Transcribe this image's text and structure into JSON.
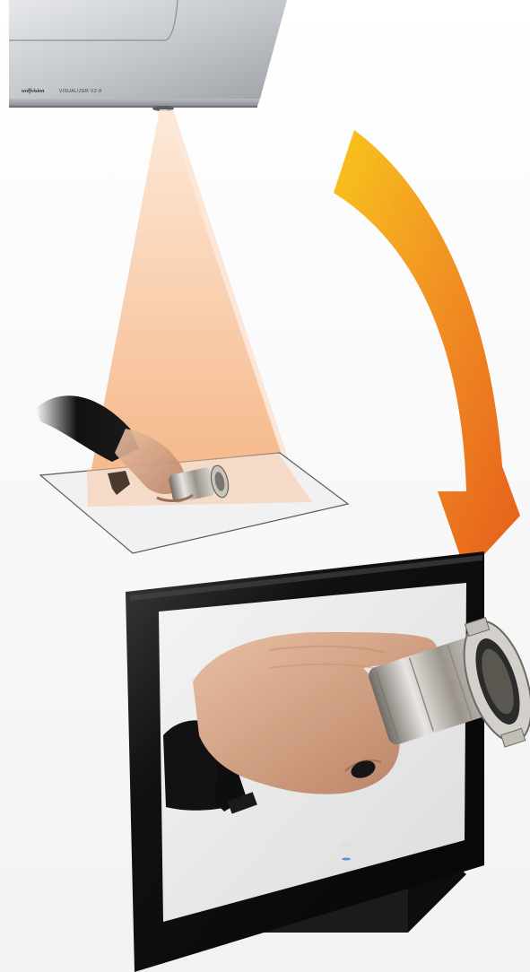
{
  "visualizer": {
    "brand": "wolfvision",
    "model": "VISUALIZER VZ-8"
  },
  "monitor": {
    "brand": "JVC"
  },
  "colors": {
    "light_cone": "#f6b27a",
    "arrow_start": "#f7c21a",
    "arrow_end": "#e8641c",
    "device_silver": "#c9ccd0",
    "bezel": "#111111"
  },
  "icons": {
    "visualizer": "document-camera-icon",
    "arrow": "curved-arrow-icon",
    "monitor": "monitor-icon"
  }
}
